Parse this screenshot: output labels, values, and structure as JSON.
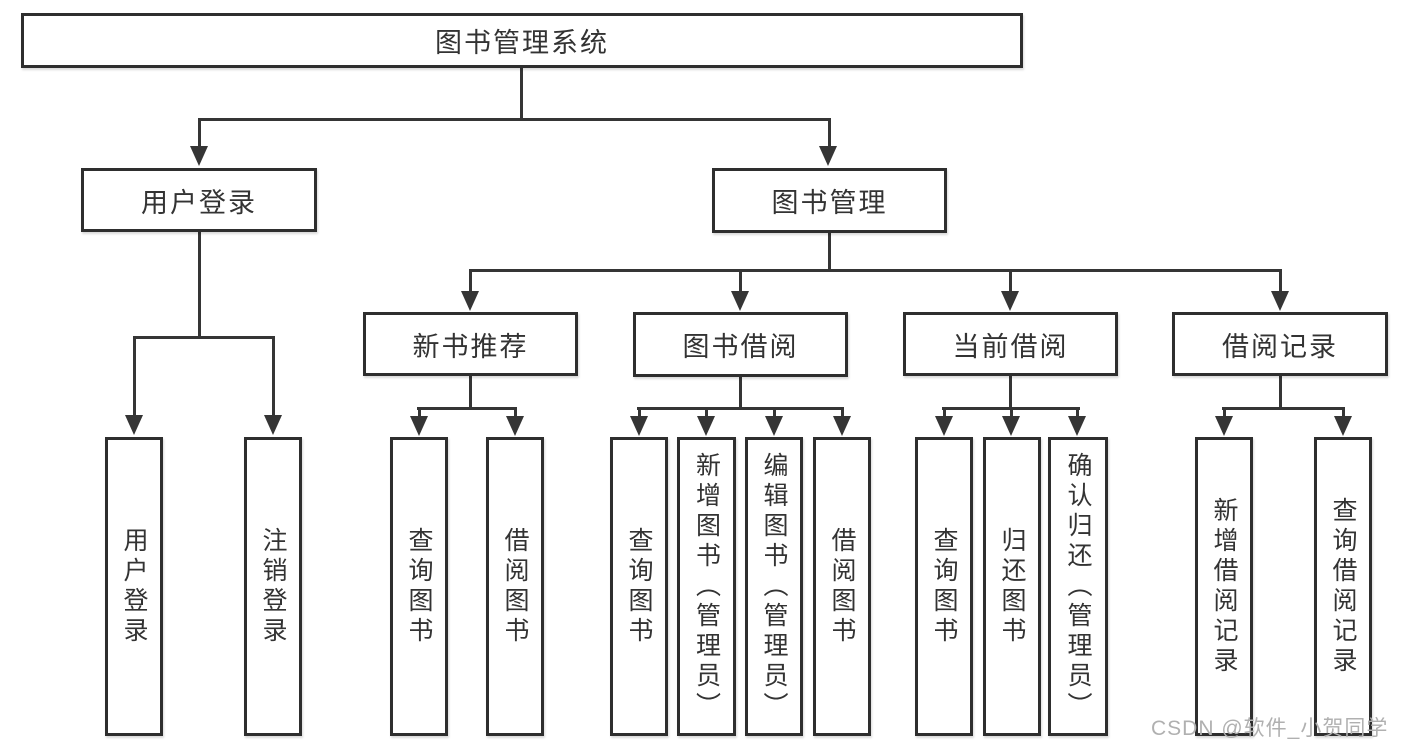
{
  "diagram": {
    "root": {
      "label": "图书管理系统",
      "children": [
        {
          "label": "用户登录",
          "children": [
            {
              "label": "用户登录"
            },
            {
              "label": "注销登录"
            }
          ]
        },
        {
          "label": "图书管理",
          "children": [
            {
              "label": "新书推荐",
              "children": [
                {
                  "label": "查询图书"
                },
                {
                  "label": "借阅图书"
                }
              ]
            },
            {
              "label": "图书借阅",
              "children": [
                {
                  "label": "查询图书"
                },
                {
                  "label": "新增图书（管理员）"
                },
                {
                  "label": "编辑图书（管理员）"
                },
                {
                  "label": "借阅图书"
                }
              ]
            },
            {
              "label": "当前借阅",
              "children": [
                {
                  "label": "查询图书"
                },
                {
                  "label": "归还图书"
                },
                {
                  "label": "确认归还（管理员）"
                }
              ]
            },
            {
              "label": "借阅记录",
              "children": [
                {
                  "label": "新增借阅记录"
                },
                {
                  "label": "查询借阅记录"
                }
              ]
            }
          ]
        }
      ]
    }
  },
  "watermark": {
    "text": "CSDN @软件_小贺同学"
  },
  "colors": {
    "line": "#353535",
    "box_border": "#2e2e2e",
    "text": "#333333",
    "watermark": "#b0b0b0",
    "background": "#ffffff"
  }
}
